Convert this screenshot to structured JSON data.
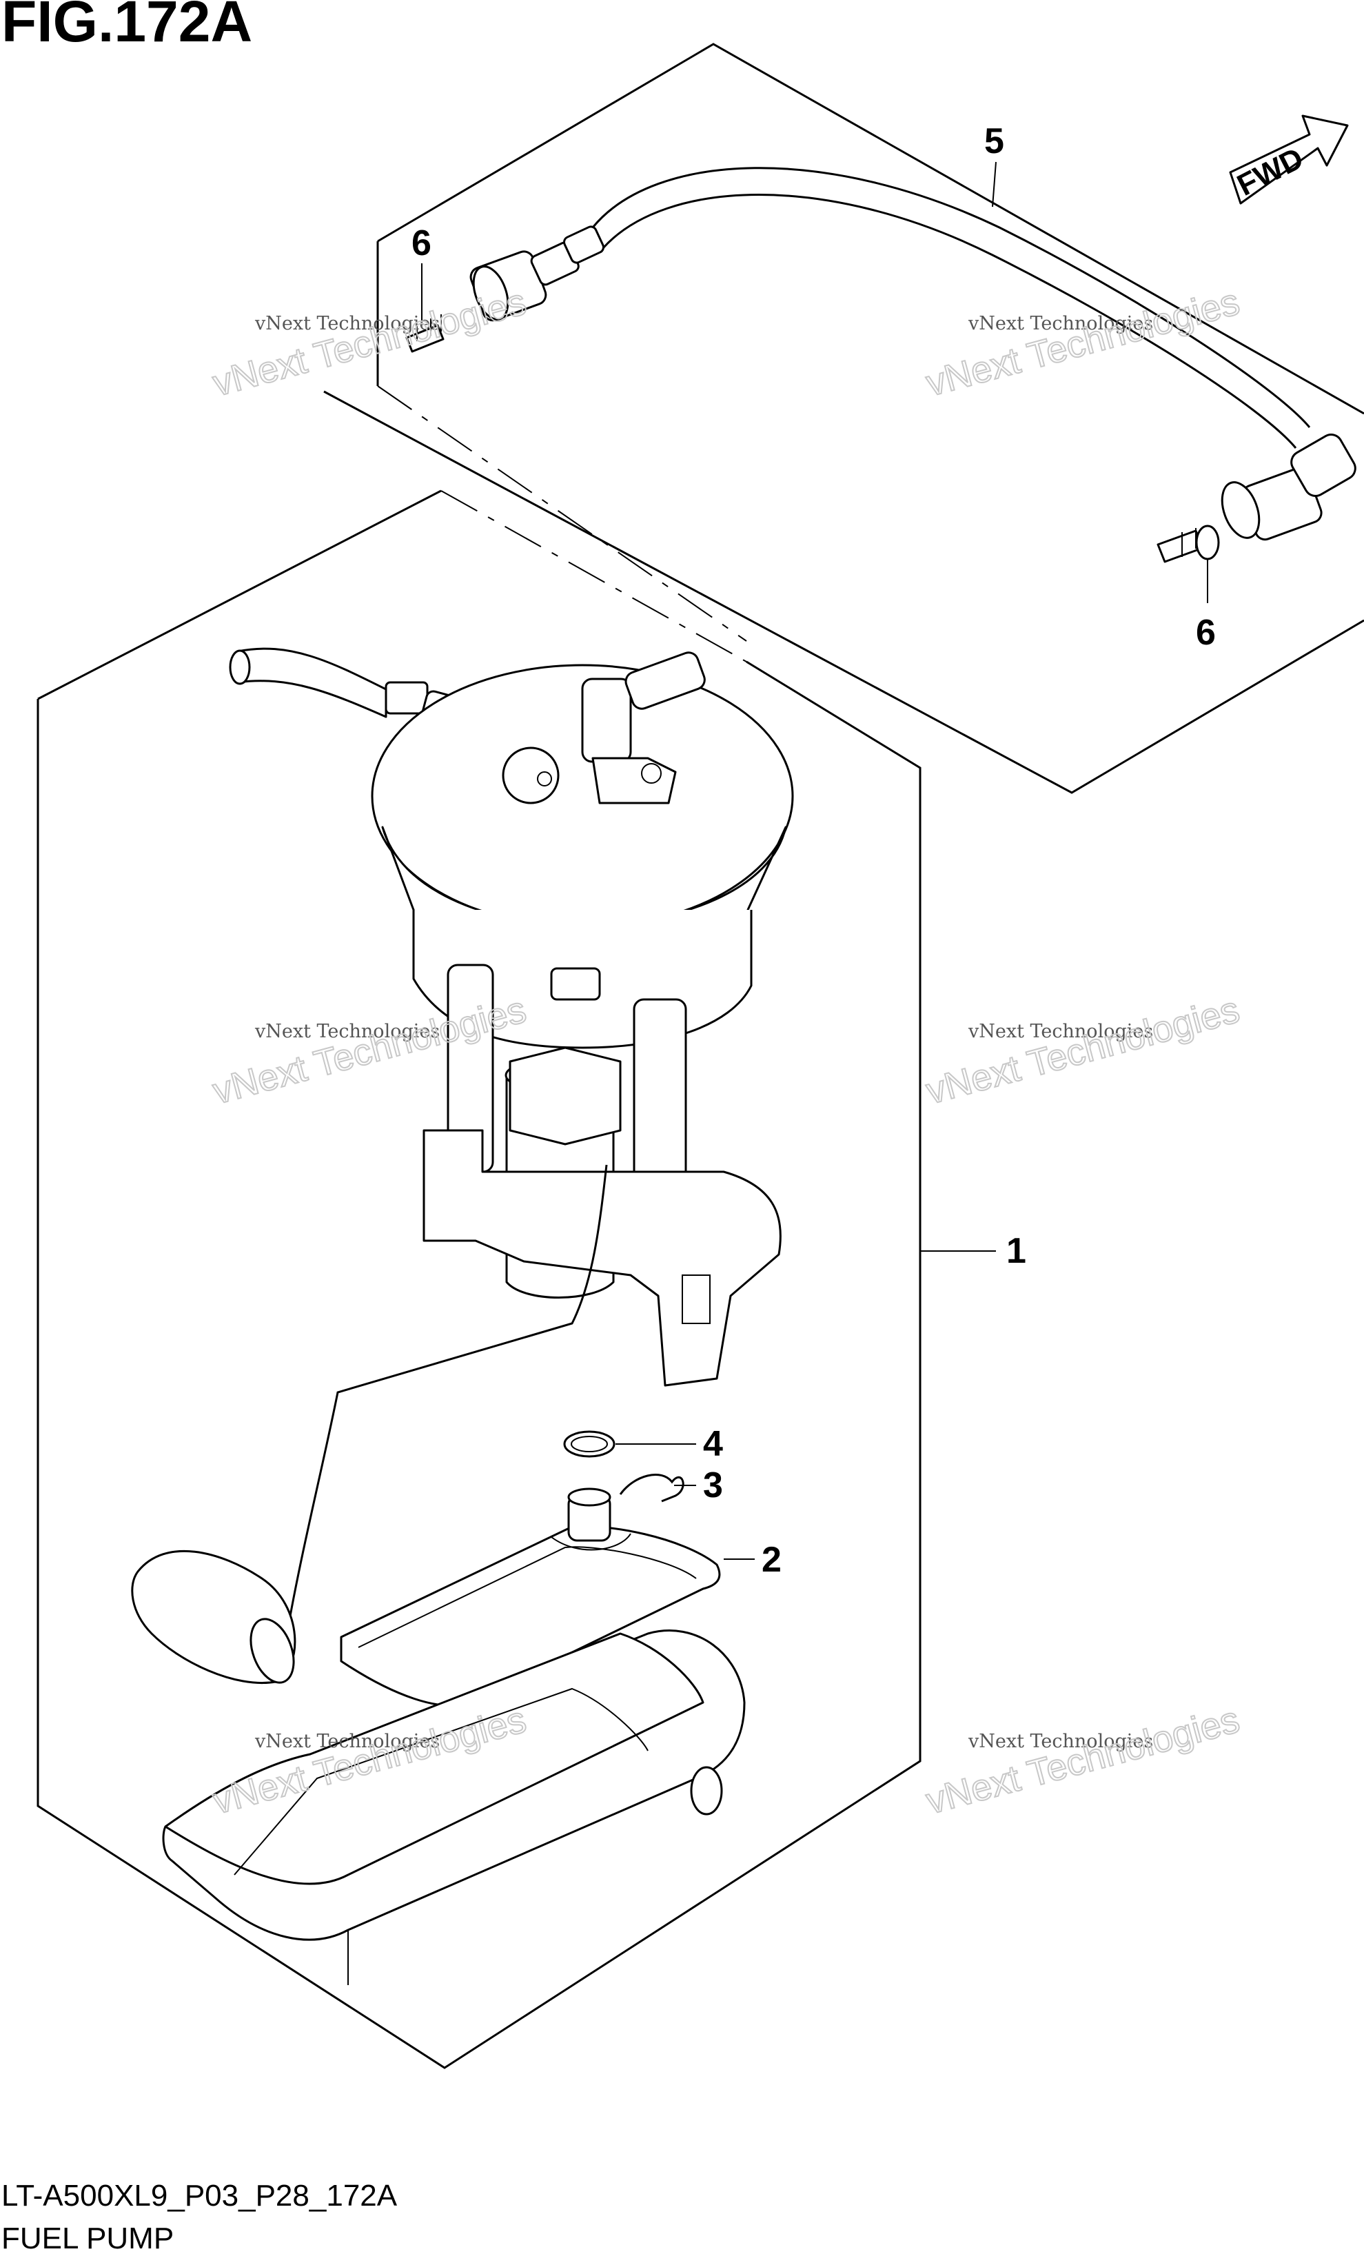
{
  "figure": {
    "title": "FIG.172A",
    "code": "LT-A500XL9_P03_P28_172A",
    "caption": "FUEL PUMP",
    "fwd_label": "FWD"
  },
  "callouts": [
    "1",
    "2",
    "3",
    "4",
    "5",
    "6",
    "6"
  ],
  "watermarks": [
    {
      "small": "vNext Technologies",
      "large": "vNext Technologies"
    },
    {
      "small": "vNext Technologies",
      "large": "vNext Technologies"
    },
    {
      "small": "vNext Technologies",
      "large": "vNext Technologies"
    },
    {
      "small": "vNext Technologies",
      "large": "vNext Technologies"
    },
    {
      "small": "vNext Technologies",
      "large": "vNext Technologies"
    },
    {
      "small": "vNext Technologies",
      "large": "vNext Technologies"
    }
  ]
}
